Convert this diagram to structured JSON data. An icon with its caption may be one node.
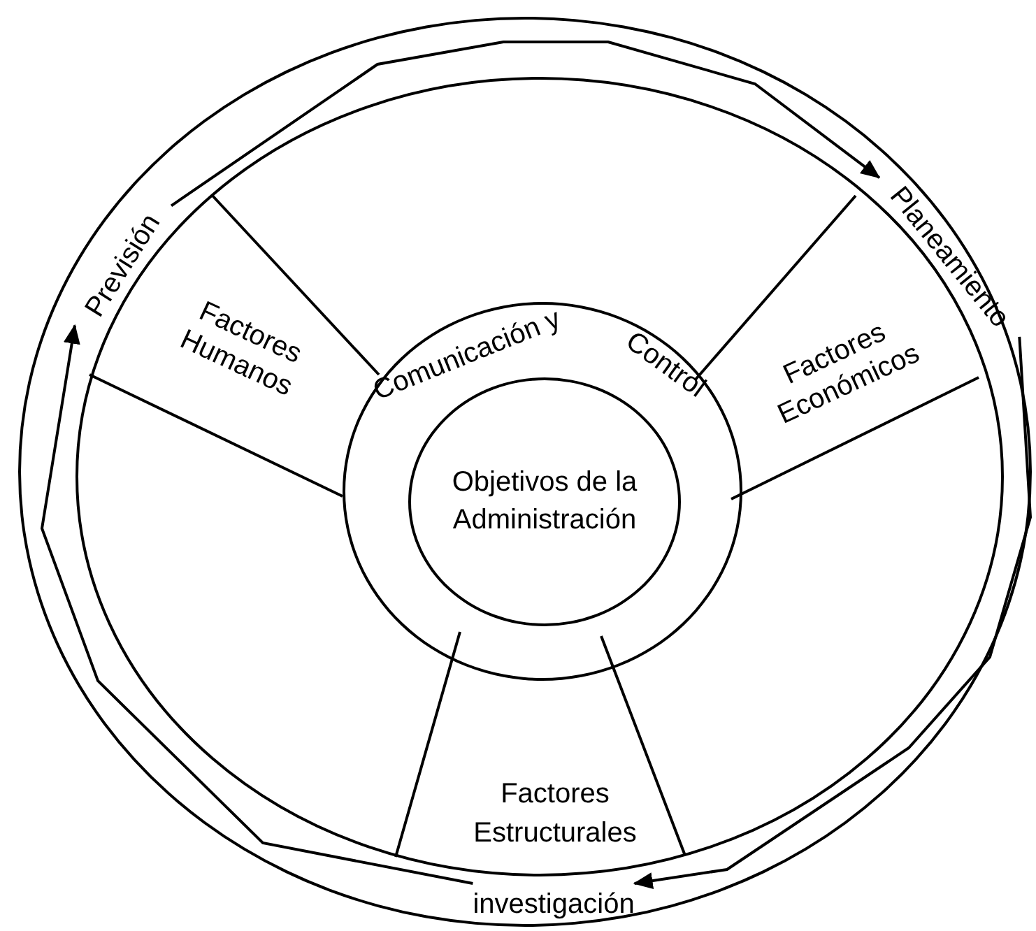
{
  "diagram": {
    "nodes": [
      {
        "text": [],
        "shape": "circle"
      },
      {
        "text": [
          "Previsión"
        ],
        "in": 0
      },
      {
        "text": [
          "Planeamiento"
        ],
        "in": 0
      },
      {
        "text": [
          "investigación"
        ],
        "in": 0
      },
      {
        "text": [
          "Factores Humanos"
        ],
        "in": 0
      },
      {
        "text": [
          "Factores Económicos"
        ],
        "in": 0
      },
      {
        "text": [
          "Factores Estructurales"
        ],
        "in": 0
      },
      {
        "text": [
          "Comunicación y",
          "Control"
        ],
        "in": 0
      },
      {
        "text": [
          "Objetivos de la Administración"
        ],
        "in": 7
      }
    ],
    "edges": [
      {
        "from": 1,
        "to": 2,
        "arrow": "to"
      },
      {
        "from": 2,
        "to": 3,
        "arrow": "to"
      },
      {
        "from": 3,
        "to": 1,
        "arrow": "to"
      }
    ]
  }
}
